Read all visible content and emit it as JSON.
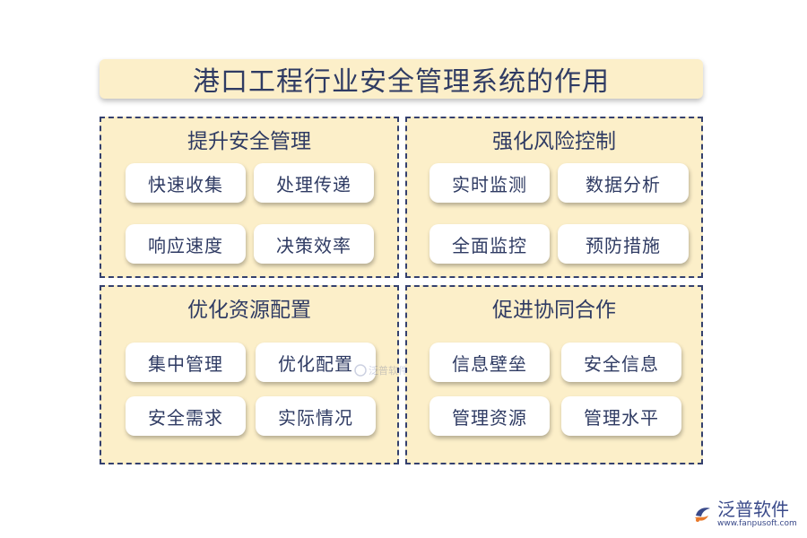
{
  "title": "港口工程行业安全管理系统的作用",
  "panels": [
    {
      "title": "提升安全管理",
      "items": [
        "快速收集",
        "处理传递",
        "响应速度",
        "决策效率"
      ]
    },
    {
      "title": "强化风险控制",
      "items": [
        "实时监测",
        "数据分析",
        "全面监控",
        "预防措施"
      ]
    },
    {
      "title": "优化资源配置",
      "items": [
        "集中管理",
        "优化配置",
        "安全需求",
        "实际情况"
      ]
    },
    {
      "title": "促进协同合作",
      "items": [
        "信息壁垒",
        "安全信息",
        "管理资源",
        "管理水平"
      ]
    }
  ],
  "watermark": {
    "text": "泛普软件"
  },
  "logo": {
    "name": "泛普软件",
    "url": "www.fanpusoft.com",
    "icon": "fanpu-logo-icon"
  },
  "colors": {
    "panel_bg": "#fcefc9",
    "border": "#34406e",
    "text": "#2f3b63",
    "logo_blue": "#3a4a8a",
    "logo_orange": "#e8792b"
  }
}
